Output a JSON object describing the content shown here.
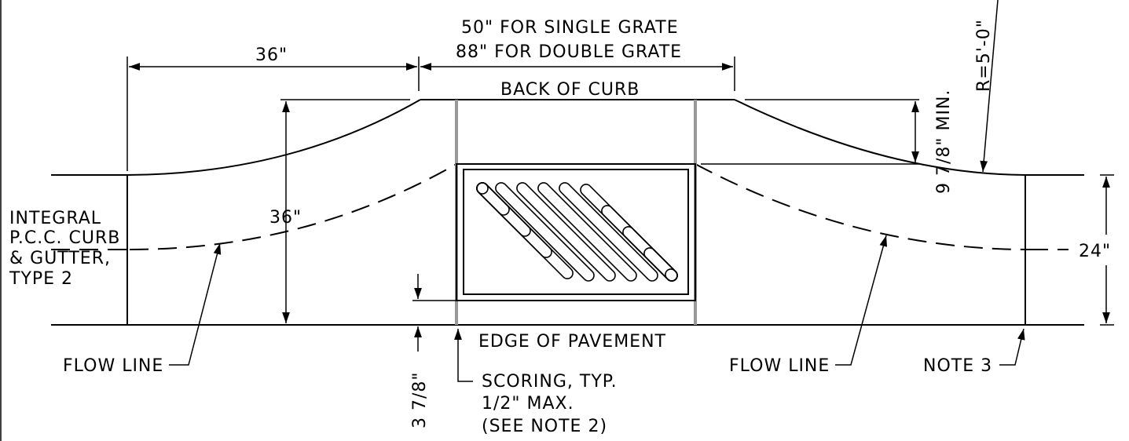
{
  "labels": {
    "width_single_grate": "50\" FOR SINGLE GRATE",
    "width_double_grate": "88\" FOR DOUBLE GRATE",
    "left_top_dim": "36\"",
    "back_of_curb": "BACK OF CURB",
    "min_dim": "9 7/8\" MIN.",
    "radius": "R=5'-0\"",
    "left_vertical_dim": "36\"",
    "gutter_line1": "INTEGRAL",
    "gutter_line2": "P.C.C. CURB",
    "gutter_line3": "& GUTTER,",
    "gutter_line4": "TYPE 2",
    "right_dim": "24\"",
    "edge_of_pavement": "EDGE OF PAVEMENT",
    "flow_line_left": "FLOW LINE",
    "flow_line_right": "FLOW LINE",
    "note_3": "NOTE 3",
    "scoring_line1": "SCORING, TYP.",
    "scoring_line2": "1/2\" MAX.",
    "scoring_line3": "(SEE NOTE 2)",
    "bottom_dim": "3 7/8\""
  }
}
